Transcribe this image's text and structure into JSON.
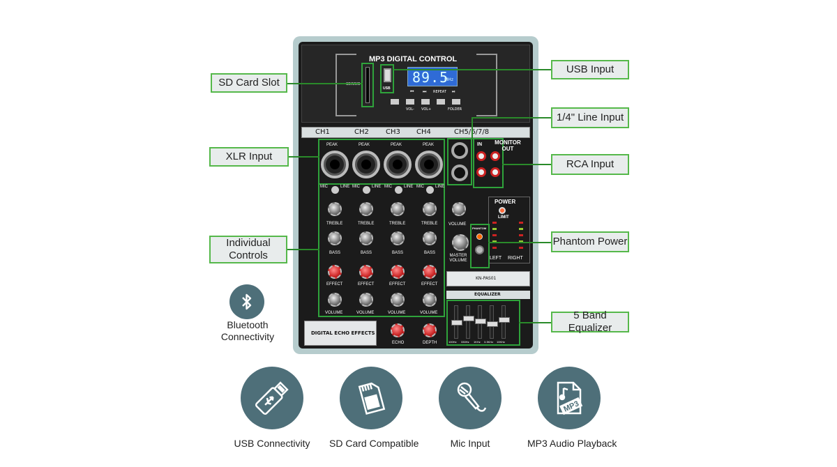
{
  "mixer": {
    "mp3_title": "MP3 DIGITAL CONTROL",
    "display_value": "89.5",
    "display_unit": "MHz",
    "usb_label": "USB",
    "sd_label": "SD/MMC",
    "transport": [
      "⏮",
      "⏭",
      "REPEAT",
      "⏯"
    ],
    "buttons_vol_minus": "VOL-",
    "buttons_vol_plus": "VOL+",
    "buttons_folder": "FOLDER",
    "channels": [
      "CH1",
      "CH2",
      "CH3",
      "CH4"
    ],
    "ch5_label": "CH5/6/7/8",
    "peak": "PEAK",
    "mic": "MIC",
    "line": "LINE",
    "treble": "TREBLE",
    "bass": "BASS",
    "effect": "EFFECT",
    "volume": "VOLUME",
    "monitor_out": "MONITOR OUT",
    "in_label": "IN",
    "power": "POWER",
    "limit": "LIMIT",
    "phantom": "PHANTOM",
    "master_volume": "MASTER VOLUME",
    "left": "LEFT",
    "right": "RIGHT",
    "model": "KN-PAS01",
    "equalizer": "EQUALIZER",
    "eq_bands": [
      "100Hz",
      "330Hz",
      "1KHz",
      "3.3KHz",
      "10KHz"
    ],
    "echo_effects": "DIGITAL ECHO EFFECTS",
    "echo": "ECHO",
    "depth": "DEPTH"
  },
  "callouts": {
    "sd_card_slot": "SD Card Slot",
    "usb_input": "USB Input",
    "line_input": "1/4\" Line Input",
    "xlr_input": "XLR Input",
    "rca_input": "RCA Input",
    "individual_controls": "Individual Controls",
    "phantom_power": "Phantom Power",
    "five_band_eq": "5 Band Equalizer"
  },
  "bluetooth": {
    "icon": "bluetooth-icon",
    "label": "Bluetooth Connectivity"
  },
  "features": [
    {
      "icon": "usb-drive-icon",
      "label": "USB Connectivity"
    },
    {
      "icon": "sd-card-icon",
      "label": "SD Card Compatible"
    },
    {
      "icon": "microphone-icon",
      "label": "Mic Input"
    },
    {
      "icon": "mp3-file-icon",
      "label": "MP3 Audio Playback"
    }
  ],
  "colors": {
    "callout_border": "#55b84a",
    "feature_circle": "#4e6f79",
    "panel_black": "#1b1b1b",
    "panel_frame": "#a9c2c4"
  }
}
